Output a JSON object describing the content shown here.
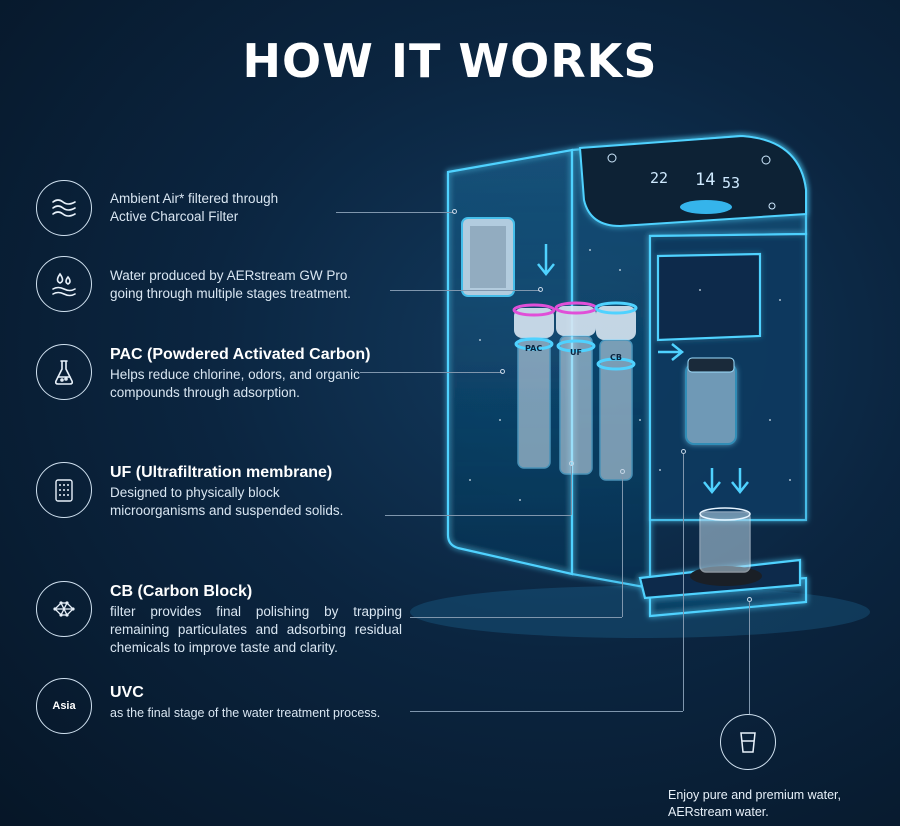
{
  "title": "HOW IT WORKS",
  "steps": [
    {
      "heading": "",
      "lines": [
        "Ambient Air* filtered through",
        "Active Charcoal Filter"
      ],
      "icon": "air-flow-icon"
    },
    {
      "heading": "",
      "lines": [
        "Water produced by AERstream GW Pro",
        "going through multiple stages treatment."
      ],
      "icon": "water-drops-icon"
    },
    {
      "heading": "PAC (Powdered Activated Carbon)",
      "lines": [
        "Helps reduce chlorine, odors, and organic",
        "compounds through adsorption."
      ],
      "icon": "flask-icon"
    },
    {
      "heading": "UF (Ultrafiltration membrane)",
      "lines": [
        "Designed to physically block",
        "microorganisms and suspended solids."
      ],
      "icon": "membrane-filter-icon"
    },
    {
      "heading": "CB (Carbon Block)",
      "lines": [
        "filter provides final polishing by trapping",
        "remaining particulates and adsorbing residual",
        "chemicals to improve taste and clarity."
      ],
      "icon": "carbon-structure-icon"
    },
    {
      "heading": "UVC",
      "lines": [
        "as the final stage of the water treatment process."
      ],
      "icon": "asia-badge",
      "badge": "Asia"
    }
  ],
  "machine": {
    "display_left": "22",
    "display_mid": "14",
    "display_right": "53",
    "filter_labels": [
      "PAC",
      "UF",
      "CB"
    ]
  },
  "final": {
    "lines": [
      "Enjoy pure and premium water,",
      "AERstream water."
    ],
    "icon": "glass-icon"
  },
  "colors": {
    "background": "#0b2540",
    "neon": "#4fd2ff",
    "text": "#e8f1fa"
  }
}
